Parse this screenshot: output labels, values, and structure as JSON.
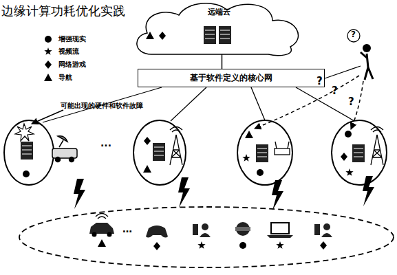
{
  "diagram": {
    "title": "边缘计算功耗优化实践",
    "nodes": [
      {
        "text": [
          "远端云"
        ]
      },
      {
        "text": [
          "基于软件定义的核心网"
        ]
      }
    ],
    "edges": [
      {
        "from": 0,
        "to": 1,
        "arrow": "none"
      }
    ],
    "labels": [
      "可能出现的硬件和软件故障",
      "···",
      "…",
      "?",
      "?",
      "?",
      "?"
    ],
    "legend": [
      {
        "text": "增强现实"
      },
      {
        "text": "视频流"
      },
      {
        "text": "网络游戏"
      },
      {
        "text": "导航"
      }
    ]
  }
}
